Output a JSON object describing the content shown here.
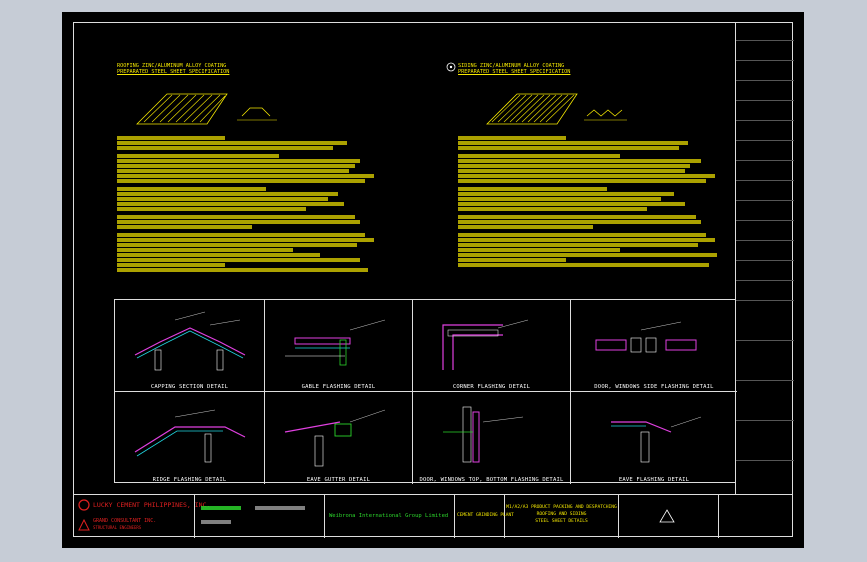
{
  "drawing": {
    "left_spec": {
      "title1": "ROOFING ZINC/ALUMINUM ALLOY COATING",
      "title2": "PREPARATED STEEL SHEET SPECIFICATION"
    },
    "right_spec": {
      "title1": "SIDING ZINC/ALUMINUM ALLOY COATING",
      "title2": "PREPARATED STEEL SHEET SPECIFICATION"
    },
    "details": [
      {
        "caption": "CAPPING SECTION DETAIL"
      },
      {
        "caption": "GABLE FLASHING DETAIL"
      },
      {
        "caption": "CORNER FLASHING DETAIL"
      },
      {
        "caption": "DOOR, WINDOWS SIDE FLASHING DETAIL"
      },
      {
        "caption": "RIDGE FLASHING DETAIL"
      },
      {
        "caption": "EAVE GUTTER DETAIL"
      },
      {
        "caption": "DOOR, WINDOWS TOP, BOTTOM FLASHING DETAIL"
      },
      {
        "caption": "EAVE FLASHING DETAIL"
      }
    ],
    "titleblock": {
      "company": "LUCKY CEMENT PHILIPPINES, INC.",
      "consultant": "GRAND CONSULTANT INC.",
      "consultant_sub": "STRUCTURAL ENGINEERS",
      "contractor": "Weibrona International Group Limited",
      "sheet_title1": "M1/A2/A3 PRODUCT PACKING AND DESPATCHING",
      "sheet_title2": "ROOFING AND SIDING",
      "sheet_title3": "STEEL SHEET DETAILS",
      "plant": "CEMENT GRINDING PLANT"
    },
    "colors": {
      "accent_red": "#e02020",
      "cad_yellow": "#f5e800",
      "cad_green": "#2bd42b",
      "cad_cyan": "#21d6e0"
    }
  }
}
